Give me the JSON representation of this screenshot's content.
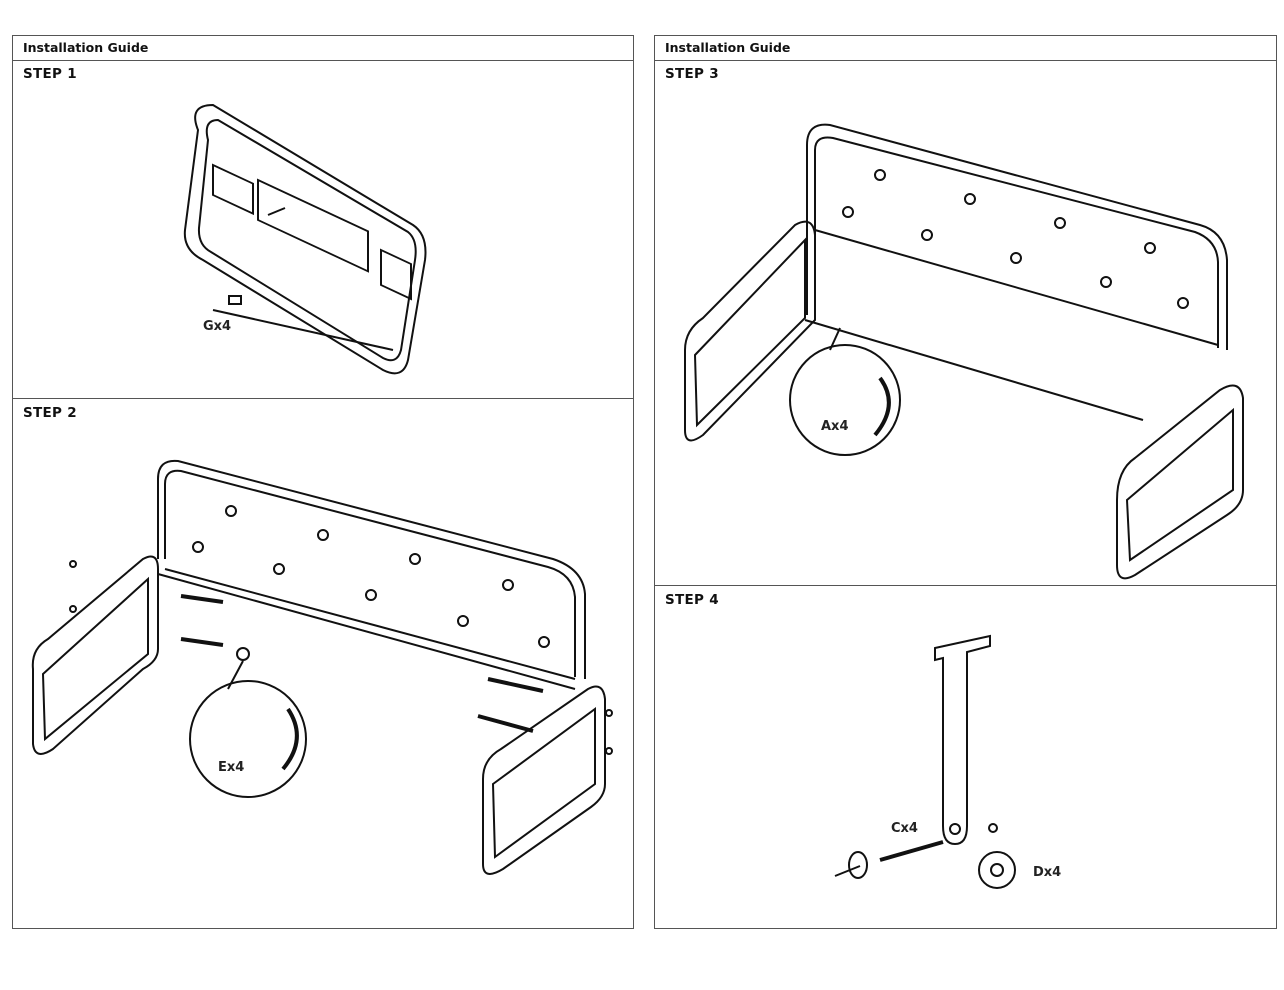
{
  "left_panel": {
    "header": "Installation Guide",
    "step1": {
      "title": "STEP 1",
      "part_label": "Gx4"
    },
    "step2": {
      "title": "STEP 2",
      "part_label": "Ex4"
    }
  },
  "right_panel": {
    "header": "Installation Guide",
    "step3": {
      "title": "STEP 3",
      "part_label": "Ax4"
    },
    "step4": {
      "title": "STEP 4",
      "part_labels": {
        "screw": "Cx4",
        "washer": "Dx4"
      }
    }
  }
}
